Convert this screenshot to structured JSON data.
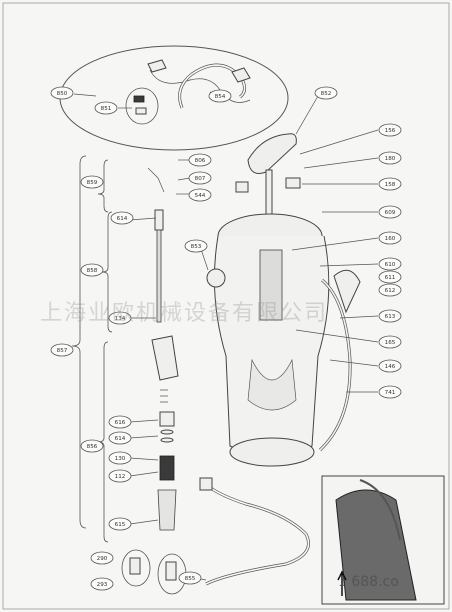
{
  "callouts": {
    "c850": "850",
    "c851": "851",
    "c854": "854",
    "c852": "852",
    "c156": "156",
    "c180": "180",
    "c158": "158",
    "c806": "806",
    "c807": "807",
    "c859": "859",
    "c544": "544",
    "c609": "609",
    "c614a": "614",
    "c853": "853",
    "c160": "160",
    "c610": "610",
    "c611": "611",
    "c612": "612",
    "c858": "858",
    "c134": "134",
    "c613": "613",
    "c165": "165",
    "c857": "857",
    "c146": "146",
    "c741": "741",
    "c616": "616",
    "c614b": "614",
    "c856": "856",
    "c130": "130",
    "c112": "112",
    "c615": "615",
    "c290": "290",
    "c293": "293",
    "c855": "855"
  },
  "watermark": "上海业欧机械设备有限公司",
  "corner_watermark": "1 688.co",
  "colors": {
    "line": "#444444",
    "paper": "#f6f6f4",
    "shade": "#3a3a3a"
  }
}
